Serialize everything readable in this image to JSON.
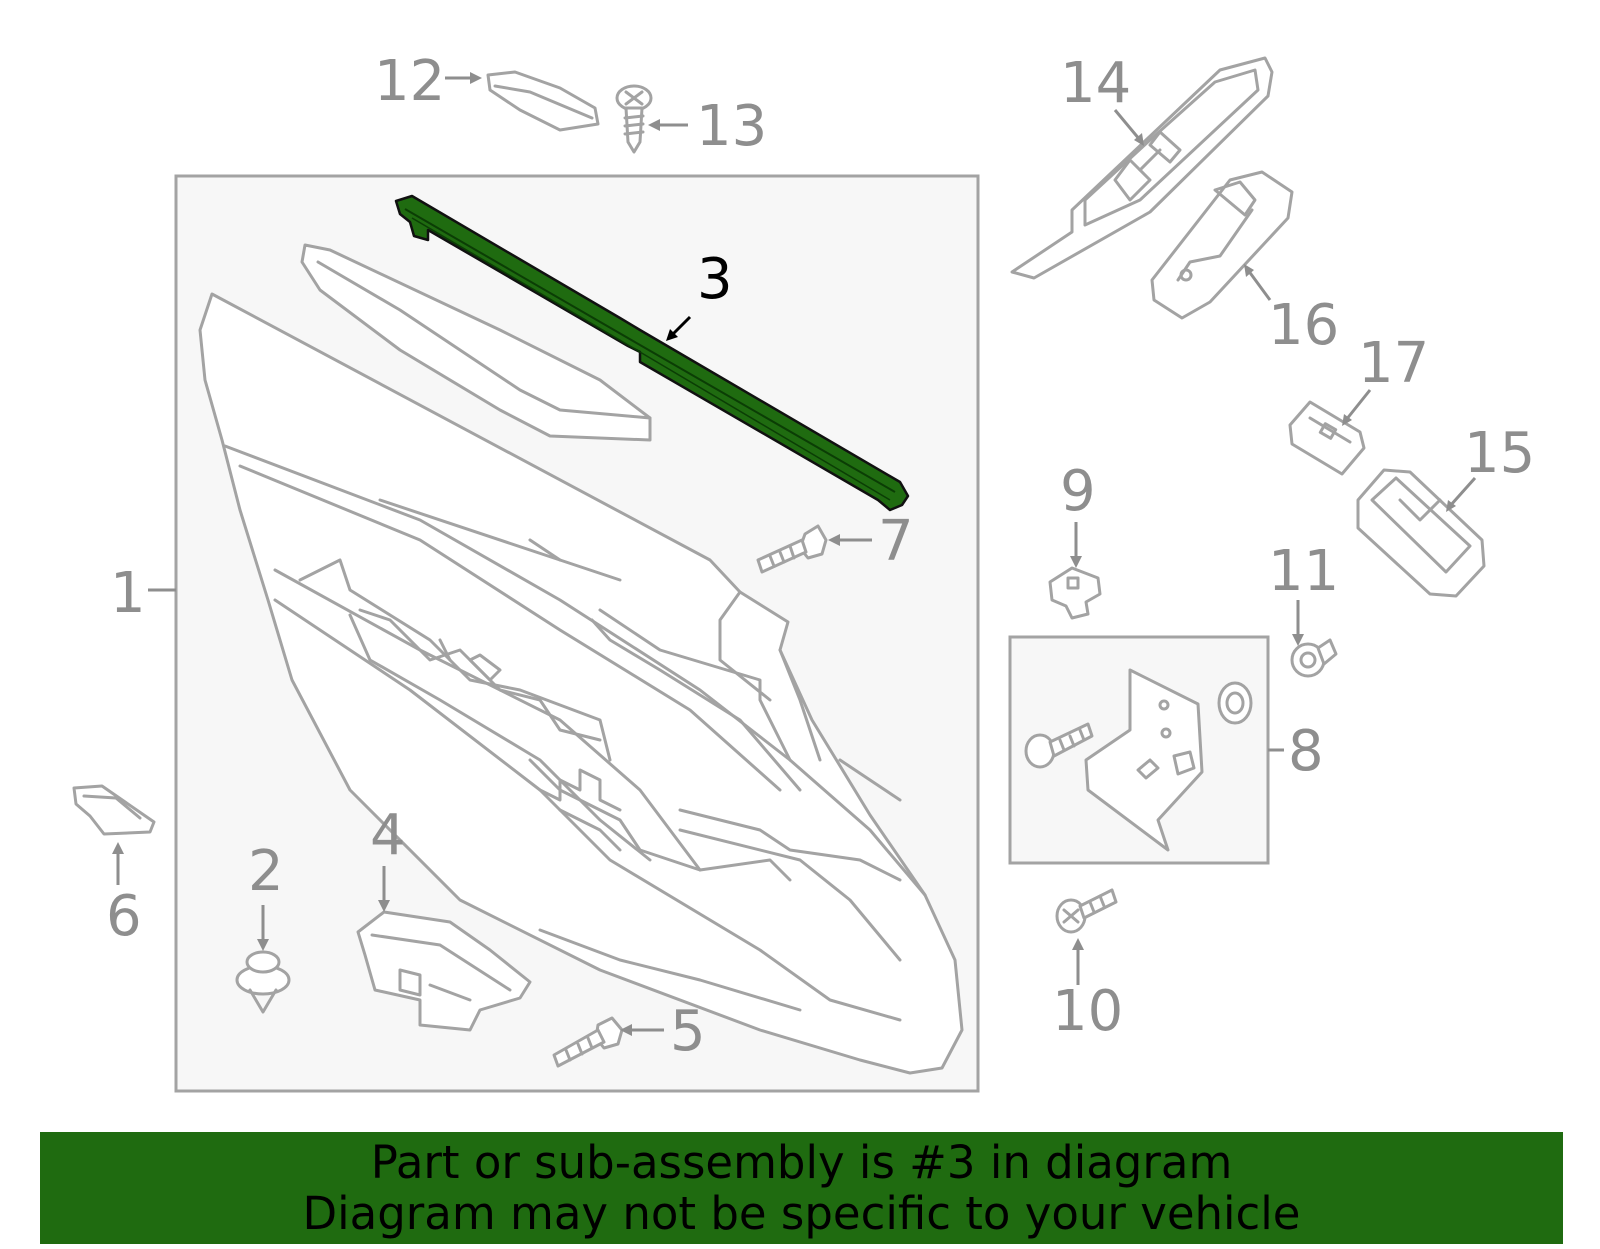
{
  "diagram": {
    "highlight_color": "#1f6b10",
    "highlighted_part": "3",
    "callouts": [
      "1",
      "2",
      "3",
      "4",
      "5",
      "6",
      "7",
      "8",
      "9",
      "10",
      "11",
      "12",
      "13",
      "14",
      "15",
      "16",
      "17"
    ]
  },
  "banner": {
    "line1": "Part or sub-assembly is #3 in diagram",
    "line2": "Diagram may not be specific to your vehicle",
    "background": "#1f6b10"
  }
}
